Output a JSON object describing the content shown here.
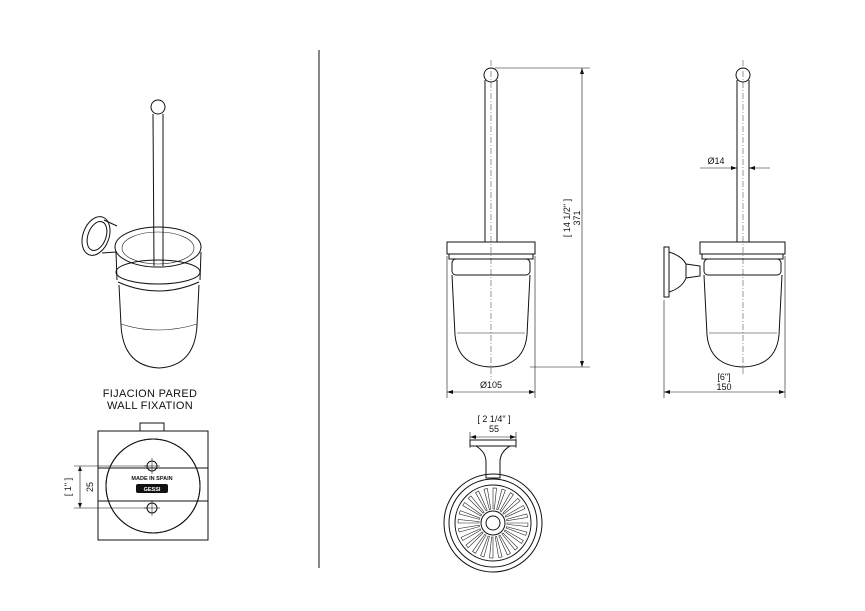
{
  "labels": {
    "fixation_es": "FIJACION PARED",
    "fixation_en": "WALL FIXATION",
    "made_in_spain": "MADE IN SPAIN",
    "brand": "GESSI"
  },
  "dimensions": {
    "height_mm": "371",
    "height_in": "[ 14 1/2\" ]",
    "cup_diameter": "Ø105",
    "handle_diameter": "Ø14",
    "depth_in": "[6\"]",
    "depth_mm": "150",
    "rosette_in": "[ 2 1/4\" ]",
    "rosette_mm": "55",
    "screw_spacing_in": "[ 1\" ]",
    "screw_spacing_mm": "25"
  }
}
